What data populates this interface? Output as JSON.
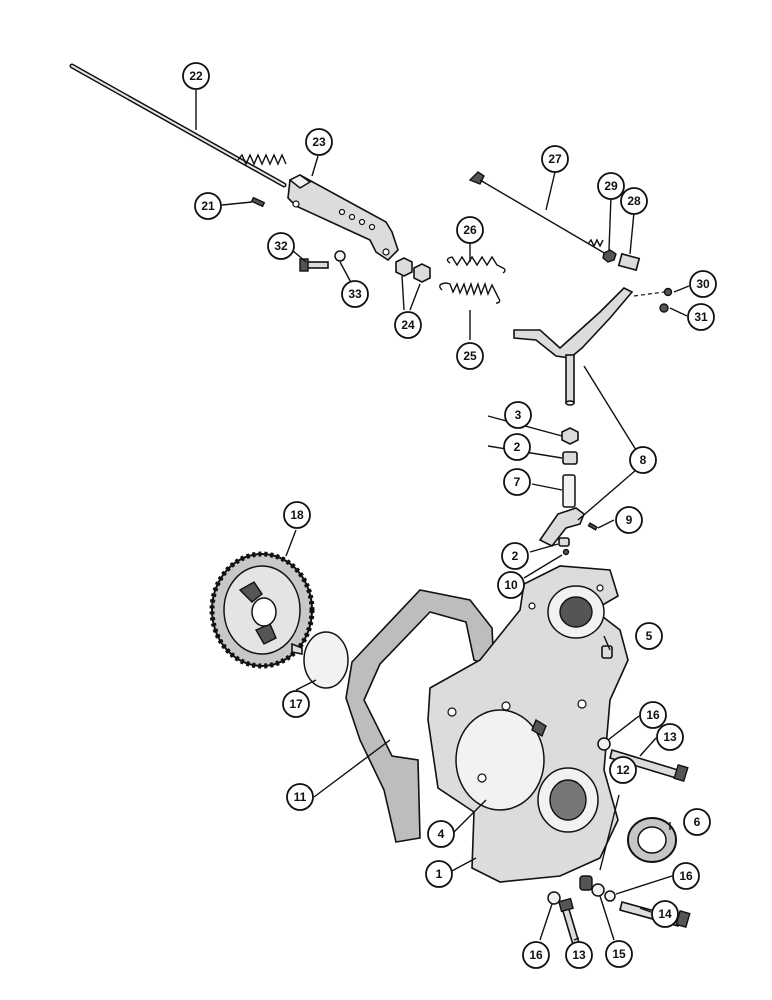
{
  "callouts": [
    {
      "id": "c22",
      "label": "22"
    },
    {
      "id": "c23",
      "label": "23"
    },
    {
      "id": "c21",
      "label": "21"
    },
    {
      "id": "c32",
      "label": "32"
    },
    {
      "id": "c33",
      "label": "33"
    },
    {
      "id": "c24",
      "label": "24"
    },
    {
      "id": "c26",
      "label": "26"
    },
    {
      "id": "c25",
      "label": "25"
    },
    {
      "id": "c27",
      "label": "27"
    },
    {
      "id": "c29",
      "label": "29"
    },
    {
      "id": "c28",
      "label": "28"
    },
    {
      "id": "c30",
      "label": "30"
    },
    {
      "id": "c31",
      "label": "31"
    },
    {
      "id": "c3",
      "label": "3"
    },
    {
      "id": "c2a",
      "label": "2"
    },
    {
      "id": "c8",
      "label": "8"
    },
    {
      "id": "c7",
      "label": "7"
    },
    {
      "id": "c9",
      "label": "9"
    },
    {
      "id": "c2b",
      "label": "2"
    },
    {
      "id": "c10",
      "label": "10"
    },
    {
      "id": "c18",
      "label": "18"
    },
    {
      "id": "c5",
      "label": "5"
    },
    {
      "id": "c17",
      "label": "17"
    },
    {
      "id": "c16a",
      "label": "16"
    },
    {
      "id": "c13a",
      "label": "13"
    },
    {
      "id": "c11",
      "label": "11"
    },
    {
      "id": "c12",
      "label": "12"
    },
    {
      "id": "c6",
      "label": "6"
    },
    {
      "id": "c4",
      "label": "4"
    },
    {
      "id": "c1",
      "label": "1"
    },
    {
      "id": "c16b",
      "label": "16"
    },
    {
      "id": "c14",
      "label": "14"
    },
    {
      "id": "c16c",
      "label": "16"
    },
    {
      "id": "c13b",
      "label": "13"
    },
    {
      "id": "c15",
      "label": "15"
    }
  ]
}
